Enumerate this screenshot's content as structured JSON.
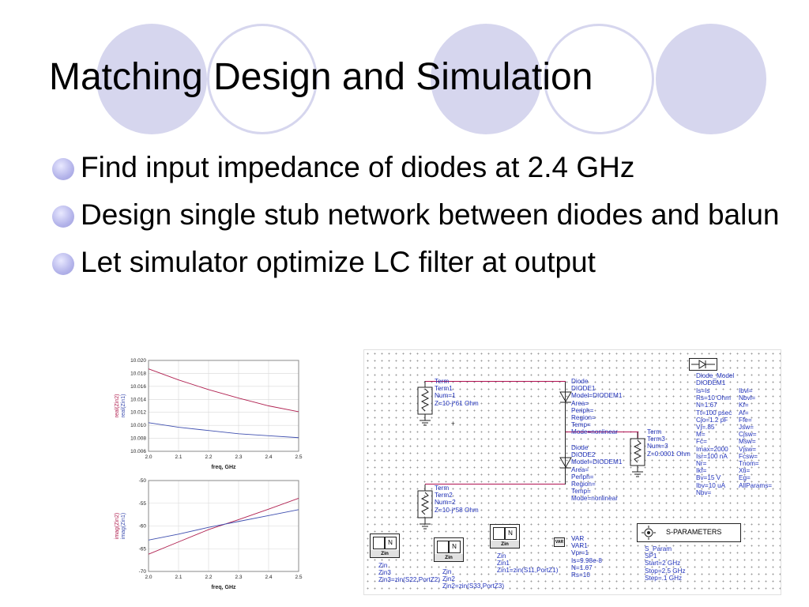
{
  "slide": {
    "title": "Matching Design and Simulation",
    "bullets": [
      "Find input impedance of diodes at 2.4 GHz",
      "Design single stub network between diodes and balun",
      "Let simulator optimize LC filter at output"
    ],
    "bullet_color": "#b4b4ea",
    "decoration_color": "#d6d6ee"
  },
  "chart_data": [
    {
      "type": "line",
      "xlabel": "freq, GHz",
      "ylabel": [
        "real(Zin2)",
        "real(Zin1)"
      ],
      "x_ticks": [
        "2.0",
        "2.1",
        "2.2",
        "2.3",
        "2.4",
        "2.5"
      ],
      "y_ticks": [
        "10.020",
        "10.018",
        "10.016",
        "10.014",
        "10.012",
        "10.010",
        "10.008",
        "10.006"
      ],
      "xlim": [
        2.0,
        2.5
      ],
      "ylim": [
        10.006,
        10.02
      ],
      "series": [
        {
          "name": "real(Zin2)",
          "color": "#b02050",
          "x": [
            2.0,
            2.1,
            2.2,
            2.3,
            2.4,
            2.5
          ],
          "y": [
            10.0187,
            10.017,
            10.0155,
            10.0142,
            10.013,
            10.0121
          ]
        },
        {
          "name": "real(Zin1)",
          "color": "#4050b0",
          "x": [
            2.0,
            2.1,
            2.2,
            2.3,
            2.4,
            2.5
          ],
          "y": [
            10.0104,
            10.0097,
            10.0092,
            10.0087,
            10.0084,
            10.0081
          ]
        }
      ]
    },
    {
      "type": "line",
      "xlabel": "freq, GHz",
      "ylabel": [
        "imag(Zin2)",
        "imag(Zin1)"
      ],
      "x_ticks": [
        "2.0",
        "2.1",
        "2.2",
        "2.3",
        "2.4",
        "2.5"
      ],
      "y_ticks": [
        "-50",
        "-55",
        "-60",
        "-65",
        "-70"
      ],
      "xlim": [
        2.0,
        2.5
      ],
      "ylim": [
        -70,
        -50
      ],
      "series": [
        {
          "name": "imag(Zin2)",
          "color": "#b02050",
          "x": [
            2.0,
            2.1,
            2.2,
            2.3,
            2.4,
            2.5
          ],
          "y": [
            -66.2,
            -63.5,
            -60.8,
            -58.6,
            -56.3,
            -53.9
          ]
        },
        {
          "name": "imag(Zin1)",
          "color": "#4050b0",
          "x": [
            2.0,
            2.1,
            2.2,
            2.3,
            2.4,
            2.5
          ],
          "y": [
            -63.1,
            -61.8,
            -60.3,
            -59.0,
            -57.7,
            -56.4
          ]
        }
      ]
    }
  ],
  "schematic": {
    "term1": [
      "Term",
      "Term1",
      "Num=1",
      "Z=10-j*61 Ohm"
    ],
    "term2": [
      "Term",
      "Term2",
      "Num=2",
      "Z=10-j*58 Ohm"
    ],
    "term3": [
      "Term",
      "Term3",
      "Num=3",
      "Z=0.0001 Ohm"
    ],
    "diode1": [
      "Diode",
      "DIODE1",
      "Model=DIODEM1",
      "Area=",
      "Periph=",
      "Region=",
      "Temp=",
      "Mode=nonlinear"
    ],
    "diode2": [
      "Diode",
      "DIODE2",
      "Model=DIODEM1",
      "Area=",
      "Periph=",
      "Region=",
      "Temp=",
      "Mode=nonlinear"
    ],
    "diode_model_header": [
      "Diode_Model",
      "DIODEM1"
    ],
    "diode_model_left": [
      "Is=Is",
      "Rs=10 Ohm",
      "N=1.67",
      "Tt=100 psec",
      "Cjo=1.2 pF",
      "Vj=.85",
      "M=",
      "Fc=",
      "Imax=2000",
      "Isr=100 nA",
      "Nr=",
      "Ikf=",
      "Bv=15 V",
      "Ibv=10 uA",
      "Nbv="
    ],
    "diode_model_right": [
      "Ibvl=",
      "Nbvl=",
      "Kf=",
      "Af=",
      "Ffe=",
      "Jsw=",
      "Cjsw=",
      "Msw=",
      "Vjsw=",
      "Fcsw=",
      "Tnom=",
      "Xti=",
      "Eg=",
      "AllParams="
    ],
    "zin3": [
      "Zin",
      "Zin3",
      "Zin3=zin(S22,PortZ2)"
    ],
    "zin2": [
      "Zin",
      "Zin2",
      "Zin2=zin(S33,PortZ3)"
    ],
    "zin1": [
      "Zin",
      "Zin1",
      "Zin1=zin(S11,PortZ1)"
    ],
    "zin_box_label": "Zin",
    "zin_n_label": "N",
    "var": [
      "VAR",
      "VAR1",
      "Vpr=1",
      "Is=9.98e-8",
      "N=1.67",
      "Rs=10"
    ],
    "var_icon": "VAR",
    "sparam_button": "S-PARAMETERS",
    "sparam": [
      "S_Param",
      "SP1",
      "Start=2 GHz",
      "Stop=2.5 GHz",
      "Step=.1 GHz"
    ],
    "plus": "+"
  }
}
